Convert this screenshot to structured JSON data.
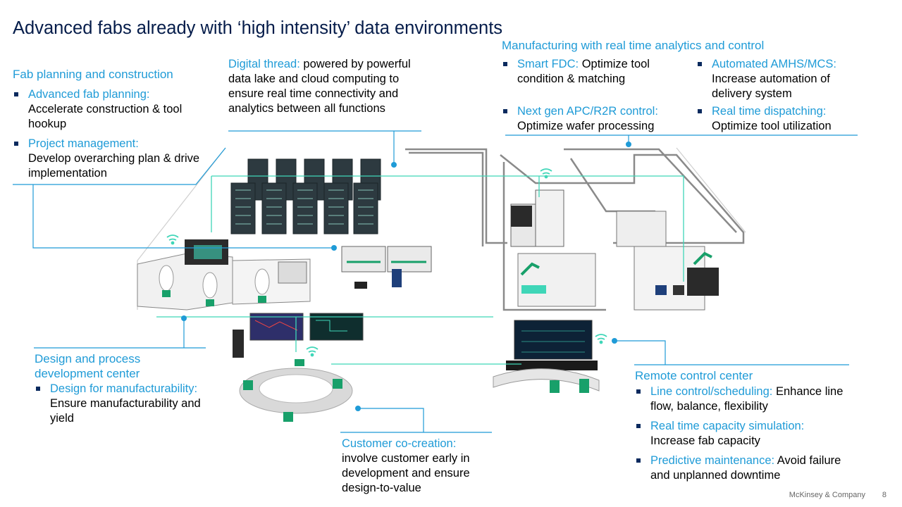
{
  "title": "Advanced fabs already with ‘high intensity’ data environments",
  "fab_planning": {
    "heading": "Fab planning and construction",
    "items": [
      {
        "key": "Advanced fab planning:",
        "text": "Accelerate construction & tool hookup"
      },
      {
        "key": "Project management:",
        "text": "Develop overarching plan & drive implementation"
      }
    ]
  },
  "digital_thread": {
    "key": "Digital thread:",
    "text": "powered by powerful data lake and cloud computing to ensure real time connectivity and analytics between all functions"
  },
  "manufacturing": {
    "heading": "Manufacturing with real time analytics and control",
    "items": [
      {
        "key": "Smart FDC:",
        "text": "Optimize tool condition & matching"
      },
      {
        "key": "Automated AMHS/MCS:",
        "text": "Increase automation of delivery system"
      },
      {
        "key": "Next gen APC/R2R control:",
        "text": "Optimize wafer processing"
      },
      {
        "key": "Real time dispatching:",
        "text": "Optimize tool utilization"
      }
    ]
  },
  "design_center": {
    "heading": "Design and process development center",
    "items": [
      {
        "key": "Design for manufacturability:",
        "text": "Ensure manufacturability and yield"
      }
    ]
  },
  "customer": {
    "key": "Customer co-creation:",
    "text": "involve customer early in development and ensure design-to-value"
  },
  "remote": {
    "heading": "Remote control center",
    "items": [
      {
        "key": "Line control/scheduling:",
        "text": "Enhance line flow, balance, flexibility"
      },
      {
        "key": "Real time capacity simulation:",
        "text": "Increase fab capacity"
      },
      {
        "key": "Predictive maintenance:",
        "text": "Avoid failure and unplanned downtime"
      }
    ]
  },
  "footer": {
    "company": "McKinsey & Company",
    "page": "8"
  },
  "colors": {
    "accent": "#1f9bd7",
    "title": "#051c4a",
    "teal": "#3fd6b8",
    "green": "#18a06a"
  }
}
